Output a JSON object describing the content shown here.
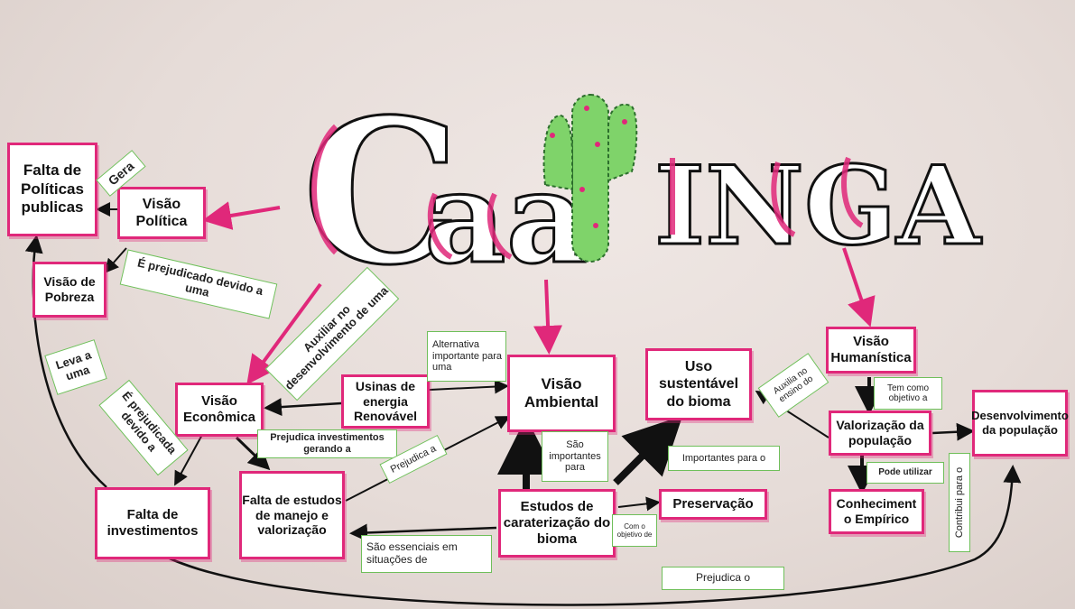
{
  "title": "CaatINGA",
  "colors": {
    "accent": "#e0287a",
    "label_border": "#6fbf5a",
    "cactus": "#7fd36a"
  },
  "nodes": {
    "falta_politicas": "Falta de Políticas publicas",
    "visao_politica": "Visão Política",
    "visao_pobreza": "Visão de Pobreza",
    "visao_economica": "Visão Econômica",
    "usinas": "Usinas de energia Renovável",
    "falta_investimentos": "Falta de investimentos",
    "falta_estudos": "Falta de estudos de manejo e valorização",
    "visao_ambiental": "Visão Ambiental",
    "uso_sustentavel": "Uso sustentável do bioma",
    "estudos": "Estudos de caraterização do bioma",
    "preservacao": "Preservação",
    "visao_humanistica": "Visão Humanística",
    "valorizacao": "Valorização da população",
    "conhecimento": "Conheciment o Empírico",
    "desenvolvimento": "Desenvolvimento da população"
  },
  "labels": {
    "gera": "Gera",
    "prejudicado": "É prejudicado devido a uma",
    "auxiliar": "Auxiliar no desenvolvimento de uma",
    "leva": "Leva a uma",
    "prejudicada": "É prejudicada devido a",
    "alternativa": "Alternativa importante para uma",
    "prejudica_invest": "Prejudica investimentos gerando a",
    "prejudica_a": "Prejudica a",
    "sao_importantes": "São importantes para",
    "importantes_para_o": "Importantes para o",
    "auxilia_ensino": "Auxilia no ensino do",
    "tem_como": "Tem como objetivo a",
    "pode_utilizar": "Pode utilizar",
    "contribui": "Contribui para o",
    "com_objetivo": "Com o objetivo de",
    "essenciais": "São essenciais em situações de",
    "prejudica_o": "Prejudica o"
  }
}
